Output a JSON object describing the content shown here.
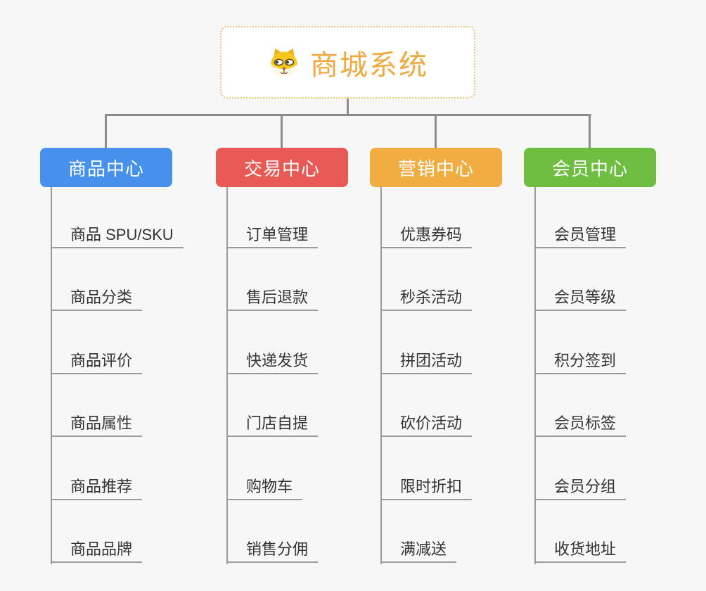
{
  "root": {
    "title": "商城系统",
    "icon": "dog-face-icon",
    "title_color": "#F0A93E",
    "border_color": "#F5C37C"
  },
  "branches": [
    {
      "label": "商品中心",
      "color": "#4791EC",
      "children": [
        "商品 SPU/SKU",
        "商品分类",
        "商品评价",
        "商品属性",
        "商品推荐",
        "商品品牌"
      ]
    },
    {
      "label": "交易中心",
      "color": "#E75A55",
      "children": [
        "订单管理",
        "售后退款",
        "快递发货",
        "门店自提",
        "购物车",
        "销售分佣"
      ]
    },
    {
      "label": "营销中心",
      "color": "#EFAD42",
      "children": [
        "优惠券码",
        "秒杀活动",
        "拼团活动",
        "砍价活动",
        "限时折扣",
        "满减送"
      ]
    },
    {
      "label": "会员中心",
      "color": "#70BE41",
      "children": [
        "会员管理",
        "会员等级",
        "积分签到",
        "会员标签",
        "会员分组",
        "收货地址"
      ]
    }
  ],
  "colors": {
    "background": "#F7F7F7",
    "connector": "#8C8C8C",
    "leaf_line": "#9B9B9B",
    "leaf_text": "#333333"
  }
}
